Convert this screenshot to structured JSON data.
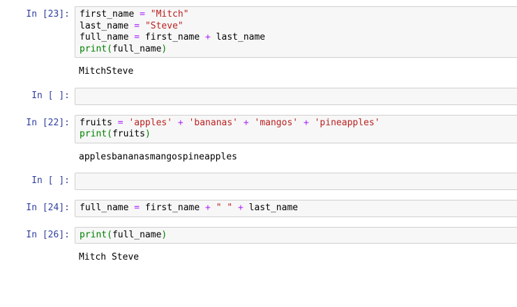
{
  "notebook": {
    "cells": [
      {
        "id": "cell-1",
        "prompt": "In [23]:",
        "execution_count": "23",
        "type": "code",
        "lines": [
          [
            {
              "t": "first_name ",
              "c": "plain"
            },
            {
              "t": "=",
              "c": "op"
            },
            {
              "t": " ",
              "c": "plain"
            },
            {
              "t": "\"Mitch\"",
              "c": "str"
            }
          ],
          [
            {
              "t": "last_name ",
              "c": "plain"
            },
            {
              "t": "=",
              "c": "op"
            },
            {
              "t": " ",
              "c": "plain"
            },
            {
              "t": "\"Steve\"",
              "c": "str"
            }
          ],
          [
            {
              "t": "full_name ",
              "c": "plain"
            },
            {
              "t": "=",
              "c": "op"
            },
            {
              "t": " first_name ",
              "c": "plain"
            },
            {
              "t": "+",
              "c": "op"
            },
            {
              "t": " last_name",
              "c": "plain"
            }
          ],
          [
            {
              "t": "print",
              "c": "bi"
            },
            {
              "t": "(",
              "c": "bi"
            },
            {
              "t": "full_name",
              "c": "plain"
            },
            {
              "t": ")",
              "c": "bi"
            }
          ]
        ],
        "output": "MitchSteve"
      },
      {
        "id": "cell-2",
        "prompt": "In [ ]:",
        "execution_count": "",
        "type": "code",
        "lines": [],
        "output": null
      },
      {
        "id": "cell-3",
        "prompt": "In [22]:",
        "execution_count": "22",
        "type": "code",
        "lines": [
          [
            {
              "t": "fruits ",
              "c": "plain"
            },
            {
              "t": "=",
              "c": "op"
            },
            {
              "t": " ",
              "c": "plain"
            },
            {
              "t": "'apples'",
              "c": "str"
            },
            {
              "t": " ",
              "c": "plain"
            },
            {
              "t": "+",
              "c": "op"
            },
            {
              "t": " ",
              "c": "plain"
            },
            {
              "t": "'bananas'",
              "c": "str"
            },
            {
              "t": " ",
              "c": "plain"
            },
            {
              "t": "+",
              "c": "op"
            },
            {
              "t": " ",
              "c": "plain"
            },
            {
              "t": "'mangos'",
              "c": "str"
            },
            {
              "t": " ",
              "c": "plain"
            },
            {
              "t": "+",
              "c": "op"
            },
            {
              "t": " ",
              "c": "plain"
            },
            {
              "t": "'pineapples'",
              "c": "str"
            }
          ],
          [
            {
              "t": "print",
              "c": "bi"
            },
            {
              "t": "(",
              "c": "bi"
            },
            {
              "t": "fruits",
              "c": "plain"
            },
            {
              "t": ")",
              "c": "bi"
            }
          ]
        ],
        "output": "applesbananasmangospineapples"
      },
      {
        "id": "cell-4",
        "prompt": "In [ ]:",
        "execution_count": "",
        "type": "code",
        "lines": [],
        "output": null
      },
      {
        "id": "cell-5",
        "prompt": "In [24]:",
        "execution_count": "24",
        "type": "code",
        "lines": [
          [
            {
              "t": "full_name ",
              "c": "plain"
            },
            {
              "t": "=",
              "c": "op"
            },
            {
              "t": " first_name ",
              "c": "plain"
            },
            {
              "t": "+",
              "c": "op"
            },
            {
              "t": " ",
              "c": "plain"
            },
            {
              "t": "\" \"",
              "c": "str"
            },
            {
              "t": " ",
              "c": "plain"
            },
            {
              "t": "+",
              "c": "op"
            },
            {
              "t": " last_name",
              "c": "plain"
            }
          ]
        ],
        "output": null
      },
      {
        "id": "cell-6",
        "prompt": "In [26]:",
        "execution_count": "26",
        "type": "code",
        "lines": [
          [
            {
              "t": "print",
              "c": "bi"
            },
            {
              "t": "(",
              "c": "bi"
            },
            {
              "t": "full_name",
              "c": "plain"
            },
            {
              "t": ")",
              "c": "bi"
            }
          ]
        ],
        "output": "Mitch Steve"
      }
    ]
  },
  "theme": {
    "prompt_color": "#303F9F",
    "string_color": "#BA2121",
    "operator_color": "#AA22FF",
    "builtin_color": "#008000",
    "code_color": "#000000",
    "cell_background": "#f7f7f7",
    "cell_border": "#cfcfcf",
    "page_background": "#ffffff"
  }
}
